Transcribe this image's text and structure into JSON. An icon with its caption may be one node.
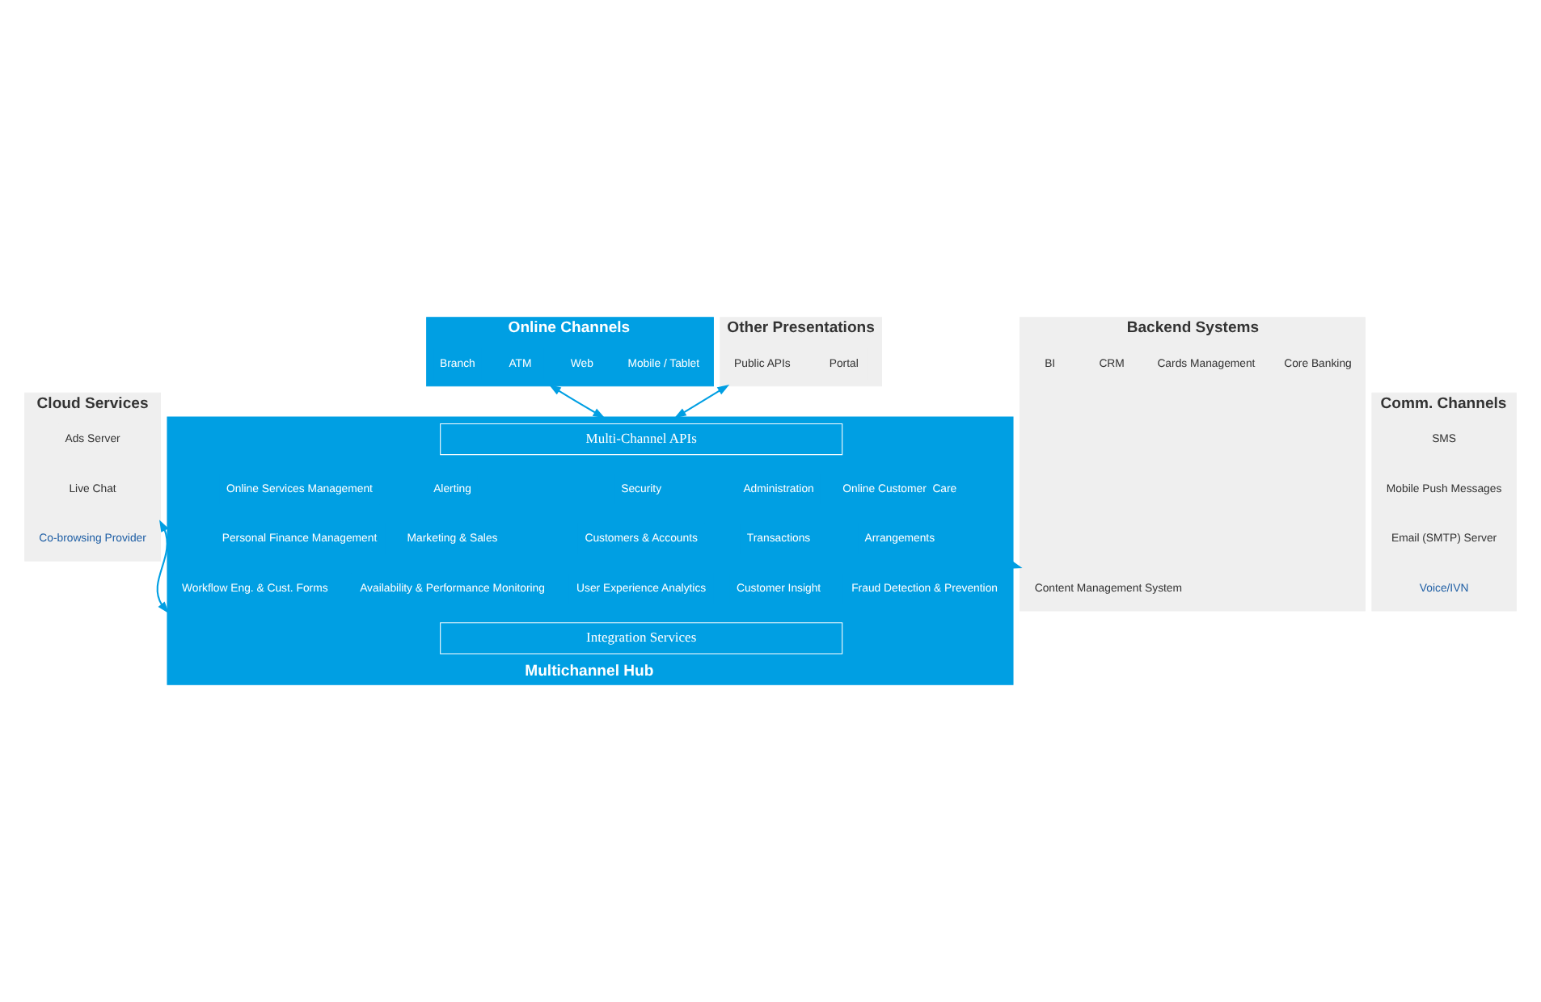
{
  "diagram": {
    "nodes": [
      {
        "text": [
          "Cloud Services"
        ]
      },
      {
        "text": [
          "Ads Server"
        ],
        "in": 0
      },
      {
        "text": [
          "Live Chat"
        ],
        "in": 0
      },
      {
        "text": [
          "Co-browsing Provider"
        ],
        "in": 0
      },
      {
        "text": [
          "Online Channels"
        ]
      },
      {
        "text": [
          "Mobile / Tablet"
        ],
        "in": 4
      },
      {
        "text": [
          "Web"
        ],
        "in": 4
      },
      {
        "text": [
          "ATM"
        ],
        "in": 4
      },
      {
        "text": [
          "Branch"
        ],
        "in": 4
      },
      {
        "text": [
          "Other Presentations"
        ]
      },
      {
        "text": [
          "Portal"
        ],
        "in": 9
      },
      {
        "text": [
          "Public APIs"
        ],
        "in": 9
      },
      {
        "text": [
          "Comm. Channels"
        ]
      },
      {
        "text": [
          "SMS"
        ],
        "in": 12
      },
      {
        "text": [
          "Mobile Push Messages"
        ],
        "in": 12
      },
      {
        "text": [
          "Email (SMTP) Server"
        ],
        "in": 12
      },
      {
        "text": [
          "Voice/IVN"
        ],
        "in": 12
      },
      {
        "text": [
          "Multichannel Hub"
        ]
      },
      {
        "text": [
          "Multi-Channel APIs"
        ],
        "in": 17
      },
      {
        "text": [
          "Security"
        ],
        "in": 17
      },
      {
        "text": [
          "Administration"
        ],
        "in": 17
      },
      {
        "text": [
          "Online Customer  Care"
        ],
        "in": 17
      },
      {
        "text": [
          "Online Services Management"
        ],
        "in": 17
      },
      {
        "text": [
          "Alerting"
        ],
        "in": 17
      },
      {
        "text": [
          "Customers & Accounts"
        ],
        "in": 17
      },
      {
        "text": [
          "Transactions"
        ],
        "in": 17
      },
      {
        "text": [
          "Arrangements"
        ],
        "in": 17
      },
      {
        "text": [
          "Personal Finance Management"
        ],
        "in": 17
      },
      {
        "text": [
          "Marketing & Sales"
        ],
        "in": 17
      },
      {
        "text": [
          "User Experience Analytics"
        ],
        "in": 17
      },
      {
        "text": [
          "Customer Insight"
        ],
        "in": 17
      },
      {
        "text": [
          "Fraud Detection & Prevention"
        ],
        "in": 17
      },
      {
        "text": [
          "Workflow Eng. & Cust. Forms"
        ],
        "in": 17
      },
      {
        "text": [
          "Availability & Performance Monitoring"
        ],
        "in": 17
      },
      {
        "text": [
          "Integration Services"
        ],
        "in": 17
      },
      {
        "text": [
          "Backend Systems"
        ]
      },
      {
        "text": [
          "Core Banking"
        ],
        "in": 35
      },
      {
        "text": [
          "Cards Management"
        ],
        "in": 35
      },
      {
        "text": [
          "Content Management System"
        ],
        "in": 35
      },
      {
        "text": [
          "CRM"
        ],
        "in": 35
      },
      {
        "text": [
          "BI"
        ],
        "in": 35
      }
    ],
    "edges": [
      {
        "from": 4,
        "to": 17,
        "arrow": "both"
      },
      {
        "from": 9,
        "to": 17,
        "arrow": "both"
      },
      {
        "from": 17,
        "to": 0,
        "arrow": "both"
      },
      {
        "from": 17,
        "to": 35,
        "arrow": "to"
      }
    ]
  }
}
